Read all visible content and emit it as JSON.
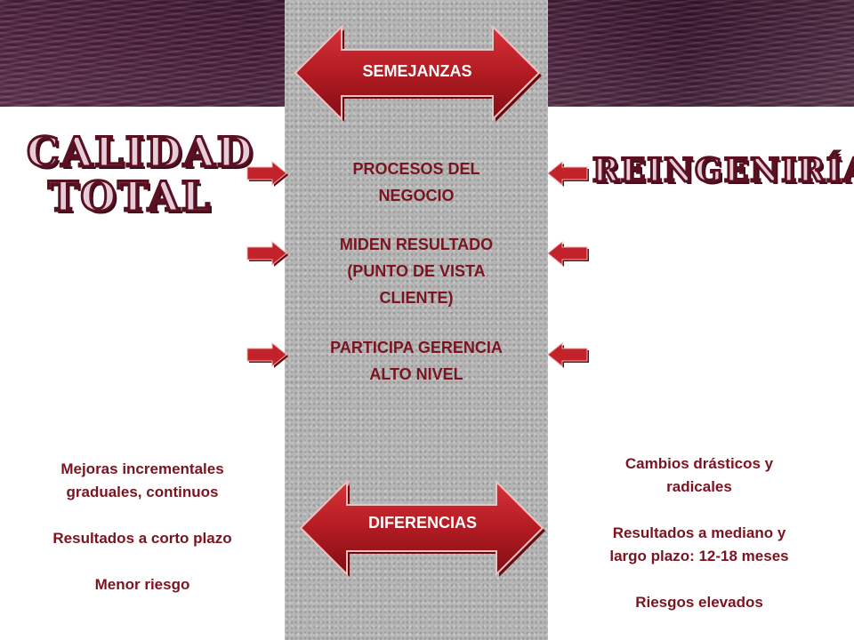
{
  "similarities_label": "SEMEJANZAS",
  "differences_label": "DIFERENCIAS",
  "left_title": {
    "line1": "CALIDAD",
    "line2": "TOTAL"
  },
  "right_title": "REINGENIRÍA",
  "similarities": [
    {
      "line1": "PROCESOS DEL",
      "line2": "NEGOCIO"
    },
    {
      "line1": "MIDEN RESULTADO",
      "line2": "(PUNTO DE VISTA",
      "line3": "CLIENTE)"
    },
    {
      "line1": "PARTICIPA GERENCIA",
      "line2": "ALTO NIVEL"
    }
  ],
  "left_differences": {
    "item1_line1": "Mejoras incrementales",
    "item1_line2": "graduales, continuos",
    "item2": "Resultados a corto plazo",
    "item3": "Menor riesgo"
  },
  "right_differences": {
    "item1_line1": "Cambios drásticos y",
    "item1_line2": "radicales",
    "item2_line1": "Resultados a mediano y",
    "item2_line2": "largo plazo: 12-18 meses",
    "item3": "Riesgos elevados"
  },
  "colors": {
    "arrow_red": "#b31b22",
    "text_dark_red": "#7a1420",
    "column_gray": "#b5b5b5",
    "banner_purple": "#4a1f3c"
  }
}
